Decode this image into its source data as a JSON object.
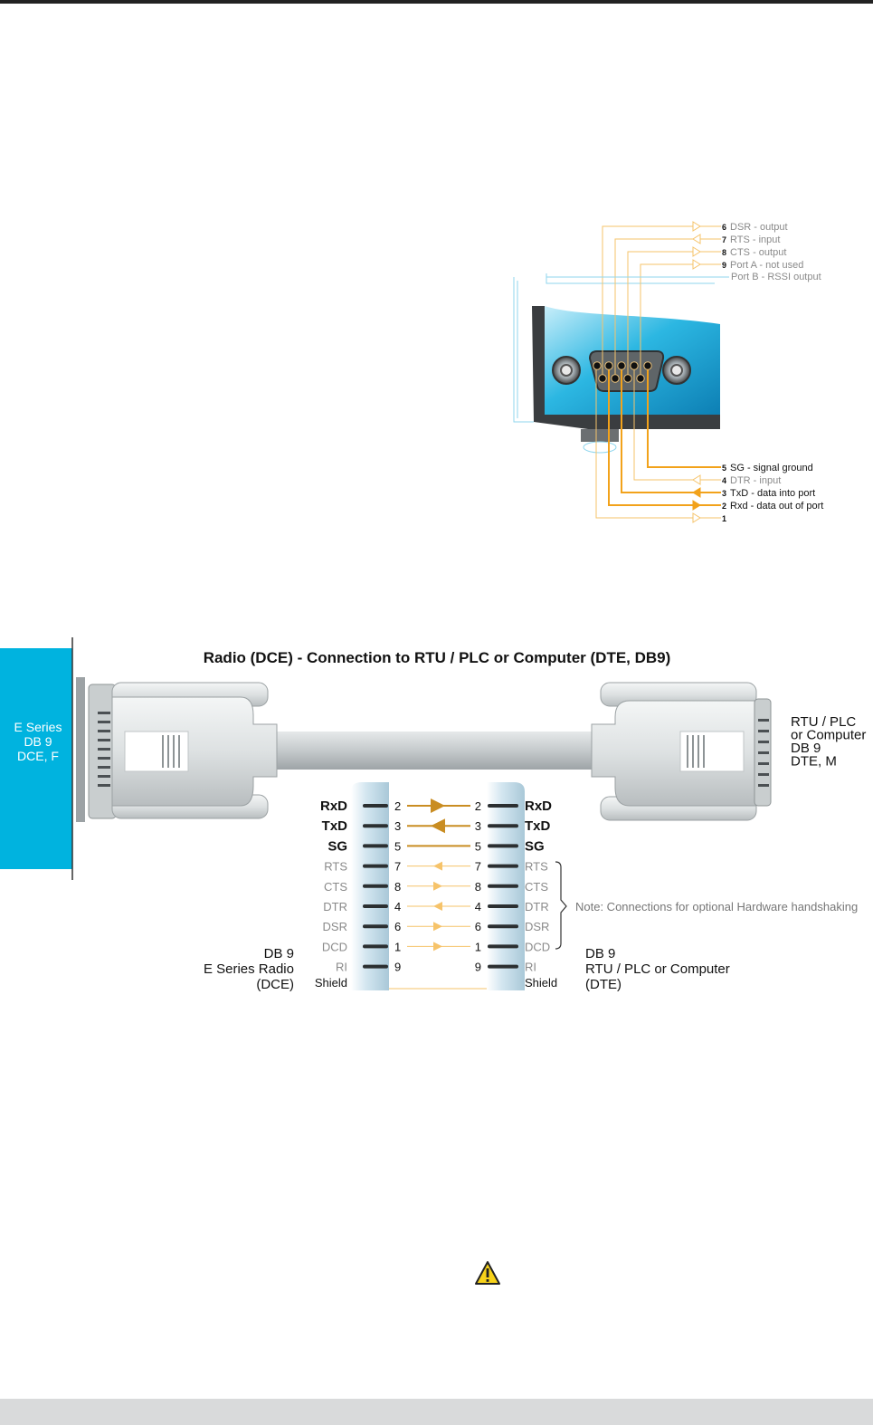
{
  "colors": {
    "orange": "#f2a21b",
    "orange_light": "#f6c36a",
    "cyan": "#00b3df",
    "gray_label": "#8a8a8a",
    "top_bar": "#222222",
    "bottom_bar": "#d9dadb"
  },
  "figure1": {
    "top_pins": [
      {
        "num": "6",
        "label": "DSR - output",
        "dir": "out"
      },
      {
        "num": "7",
        "label": "RTS - input",
        "dir": "in"
      },
      {
        "num": "8",
        "label": "CTS - output",
        "dir": "out"
      },
      {
        "num": "9",
        "label": "Port A - not used",
        "dir": "out"
      }
    ],
    "port_b_label": "Port B - RSSI output",
    "bottom_pins": [
      {
        "num": "5",
        "label": "SG - signal ground",
        "dir": "none"
      },
      {
        "num": "4",
        "label": "DTR - input",
        "dir": "in"
      },
      {
        "num": "3",
        "label": "TxD - data into port",
        "dir": "in"
      },
      {
        "num": "2",
        "label": "Rxd - data out of port",
        "dir": "out"
      },
      {
        "num": "1",
        "label": "",
        "dir": "out"
      }
    ]
  },
  "figure2": {
    "title": "Radio (DCE) - Connection to RTU / PLC or Computer (DTE, DB9)",
    "left_box_lines": [
      "E Series",
      "DB 9",
      "DCE, F"
    ],
    "right_device_lines": [
      "RTU / PLC",
      "or Computer",
      "DB 9",
      "DTE, M"
    ],
    "rows": [
      {
        "left": "RxD",
        "lpin": "2",
        "rpin": "2",
        "right": "RxD",
        "dir": "right",
        "primary": true
      },
      {
        "left": "TxD",
        "lpin": "3",
        "rpin": "3",
        "right": "TxD",
        "dir": "left",
        "primary": true
      },
      {
        "left": "SG",
        "lpin": "5",
        "rpin": "5",
        "right": "SG",
        "dir": "none",
        "primary": true
      },
      {
        "left": "RTS",
        "lpin": "7",
        "rpin": "7",
        "right": "RTS",
        "dir": "left",
        "primary": false
      },
      {
        "left": "CTS",
        "lpin": "8",
        "rpin": "8",
        "right": "CTS",
        "dir": "right",
        "primary": false
      },
      {
        "left": "DTR",
        "lpin": "4",
        "rpin": "4",
        "right": "DTR",
        "dir": "left",
        "primary": false
      },
      {
        "left": "DSR",
        "lpin": "6",
        "rpin": "6",
        "right": "DSR",
        "dir": "right",
        "primary": false
      },
      {
        "left": "DCD",
        "lpin": "1",
        "rpin": "1",
        "right": "DCD",
        "dir": "right",
        "primary": false
      },
      {
        "left": "RI",
        "lpin": "9",
        "rpin": "9",
        "right": "RI",
        "dir": "none",
        "primary": false
      }
    ],
    "shield_left": "Shield",
    "shield_right": "Shield",
    "note": "Note: Connections for optional Hardware handshaking",
    "left_caption": [
      "DB 9",
      "E Series Radio",
      "(DCE)"
    ],
    "right_caption": [
      "DB 9",
      "RTU / PLC or Computer",
      "(DTE)"
    ]
  }
}
